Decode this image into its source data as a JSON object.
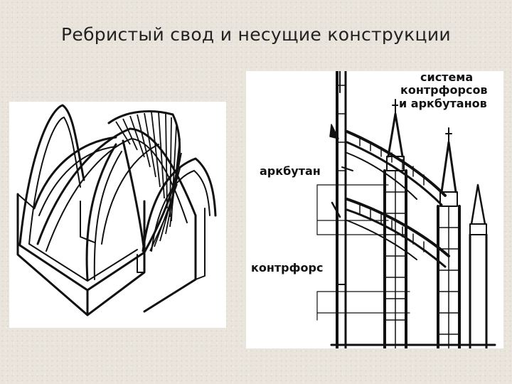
{
  "slide": {
    "title": "Ребристый свод и несущие конструкции"
  },
  "buttress_figure": {
    "labels": {
      "system_line1": "система",
      "system_line2": "контрфорсов",
      "system_line3": "и аркбутанов",
      "flying_buttress": "аркбутан",
      "buttress": "контрфорс"
    }
  },
  "colors": {
    "background": "#e9e4dc",
    "ink": "#111111",
    "paper": "#ffffff"
  }
}
